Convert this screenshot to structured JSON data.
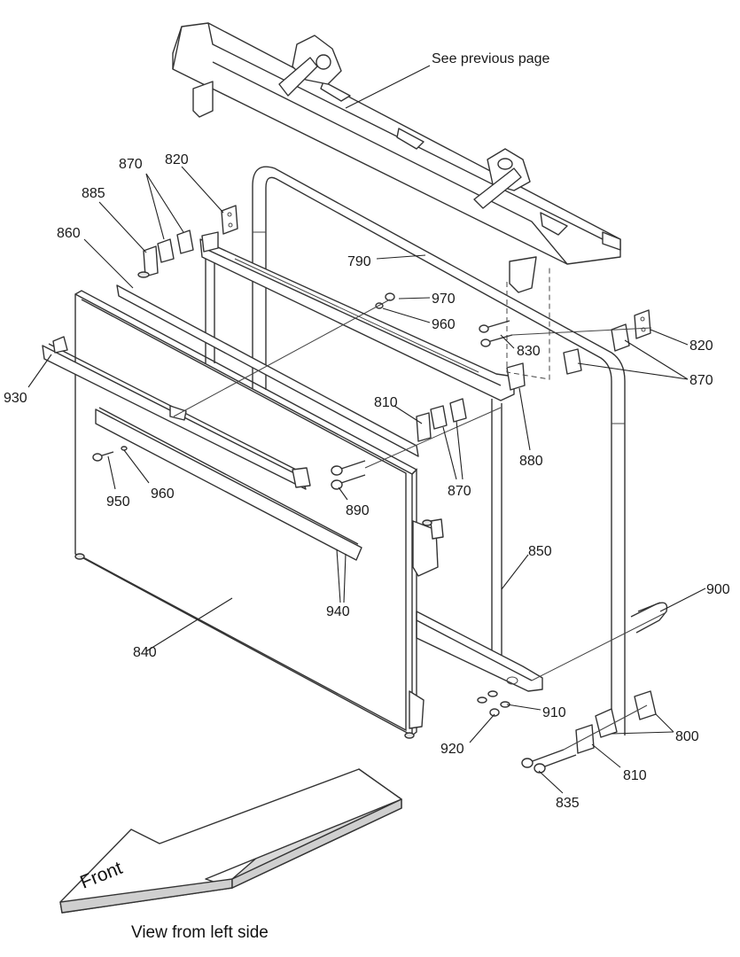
{
  "note": "See previous page",
  "caption": "View from left side",
  "front_arrow_label": "Front",
  "callouts": {
    "c870a": "870",
    "c820a": "820",
    "c885": "885",
    "c860": "860",
    "c790": "790",
    "c970": "970",
    "c960a": "960",
    "c830": "830",
    "c820b": "820",
    "c870b": "870",
    "c930": "930",
    "c810a": "810",
    "c880": "880",
    "c950": "950",
    "c960b": "960",
    "c890": "890",
    "c870c": "870",
    "c850": "850",
    "c900": "900",
    "c940": "940",
    "c840": "840",
    "c910": "910",
    "c800": "800",
    "c920": "920",
    "c810b": "810",
    "c835": "835"
  }
}
